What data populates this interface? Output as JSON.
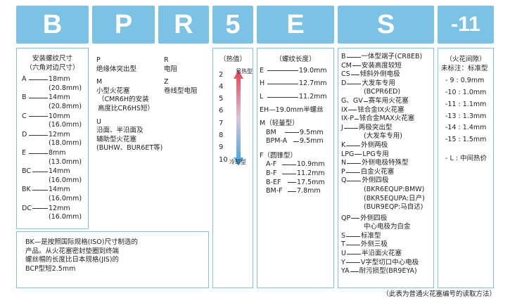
{
  "headers": [
    "B",
    "P",
    "R",
    "5",
    "E",
    "S",
    "-11"
  ],
  "B": {
    "title1": "安装螺纹尺寸",
    "title2": "（六角对边尺寸）",
    "items": [
      {
        "k": "A",
        "v": "18mm",
        "s": "(20.8mm)"
      },
      {
        "k": "B",
        "v": "14mm",
        "s": "(20.8mm)"
      },
      {
        "k": "C",
        "v": "10mm",
        "s": "(16.0mm)"
      },
      {
        "k": "D",
        "v": "12mm",
        "s": "(18.0mm)"
      },
      {
        "k": "E",
        "v": "8mm",
        "s": "(13.0mm)"
      },
      {
        "k": "BC",
        "v": "14mm",
        "s": "(16.0mm)"
      },
      {
        "k": "BK",
        "v": "14mm",
        "s": "(16.0mm)"
      },
      {
        "k": "DC",
        "v": "12mm",
        "s": "(16.0mm)"
      }
    ],
    "note": [
      "BK—是按照国际规格(ISO)尺寸制造的",
      "产品。从火花塞密封垫圈到终端",
      "螺丝帽的长度比日本规格(JIS)的",
      "BCP型短2.5mm"
    ]
  },
  "P": {
    "lines": [
      "P",
      "绝缘体突出型",
      "",
      "M",
      "小型火花塞",
      "（CMR6H的安装",
      "高度比CR6HS短）",
      "",
      "U",
      "沿面、半沿面及",
      "辅助型火花塞",
      "(BUHW、BUR6ET等)"
    ]
  },
  "R": {
    "lines": [
      "R",
      "电阻",
      "",
      "Z",
      "卷线型电阻"
    ]
  },
  "heat": {
    "title": "（热值）",
    "nums": [
      "2",
      "4",
      "5",
      "6",
      "7",
      "8",
      "9",
      "10"
    ],
    "hot": "易热型",
    "cold": "冷却型"
  },
  "E": {
    "title": "（螺纹长度）",
    "items": [
      {
        "k": "E",
        "v": "19.0mm"
      },
      {
        "k": "H",
        "v": "12.7mm"
      },
      {
        "k": "L",
        "v": "11.2mm"
      }
    ],
    "eh": "EH—19.0mm半螺丝",
    "m_title": "M（轻量型）",
    "m_items": [
      {
        "k": "BM",
        "v": "9.5mm"
      },
      {
        "k": "BPM-A",
        "v": "9.5mm"
      }
    ],
    "f_title": "F（圆锥型）",
    "f_items": [
      {
        "k": "A-F",
        "v": "10.9mm"
      },
      {
        "k": "B-F",
        "v": "11.2mm"
      },
      {
        "k": "B-EF",
        "v": "17.5mm"
      },
      {
        "k": "BM-F",
        "v": "7.8mm"
      }
    ]
  },
  "S": {
    "items": [
      {
        "k": "B",
        "v": [
          "一体型端子(CR8EB)"
        ]
      },
      {
        "k": "CM",
        "v": [
          "安装高度较短"
        ]
      },
      {
        "k": "CS",
        "v": [
          "倾斜外侧电极"
        ]
      },
      {
        "k": "D",
        "v": [
          "大发车专用",
          "(BCPR6ED)"
        ]
      },
      {
        "k": "G、GV",
        "v": [
          "赛车用火花塞"
        ]
      },
      {
        "k": "IX",
        "v": [
          "铱合金IX火花塞"
        ]
      },
      {
        "k": "IX-P",
        "v": [
          "铱合金MAX火花塞"
        ]
      },
      {
        "k": "J",
        "v": [
          "两极突出型",
          "(大发车专用)"
        ]
      },
      {
        "k": "K",
        "v": [
          "外侧两极"
        ]
      },
      {
        "k": "LPG",
        "v": [
          "LPG专用"
        ]
      },
      {
        "k": "N",
        "v": [
          "外侧电极特殊型"
        ]
      },
      {
        "k": "P",
        "v": [
          "白金火花塞"
        ]
      },
      {
        "k": "Q",
        "v": [
          "外侧四极",
          "(BKR6EQUP:BMW)",
          "(BKR5EQUPA:日产)",
          "(BUR9EQP:马自达)"
        ]
      },
      {
        "k": "QP",
        "v": [
          "外侧四极",
          "中心电极为白金"
        ]
      },
      {
        "k": "S",
        "v": [
          "标准型"
        ]
      },
      {
        "k": "T",
        "v": [
          "外侧三极"
        ]
      },
      {
        "k": "U",
        "v": [
          "半沿面火花塞"
        ]
      },
      {
        "k": "Y",
        "v": [
          "V字型切口中心电极"
        ]
      },
      {
        "k": "YA",
        "v": [
          "耐污损型(BR9EYA)"
        ]
      }
    ]
  },
  "gap": {
    "title": "（火花间隙）",
    "unmarked": "未标注：标准型",
    "items": [
      "- 9 : 0.9mm",
      "-10 : 1.0mm",
      "-11 : 1.1mm",
      "-13 : 1.3mm",
      "-14 : 1.4mm",
      "-15 : 1.5mm"
    ],
    "l_item": "- L : 中间热价"
  },
  "footer": "（此表为普通火花塞编号的读取方法）",
  "colors": {
    "header": "#7cc2e4",
    "hot": "#e8404f",
    "cold": "#35a5e3"
  }
}
